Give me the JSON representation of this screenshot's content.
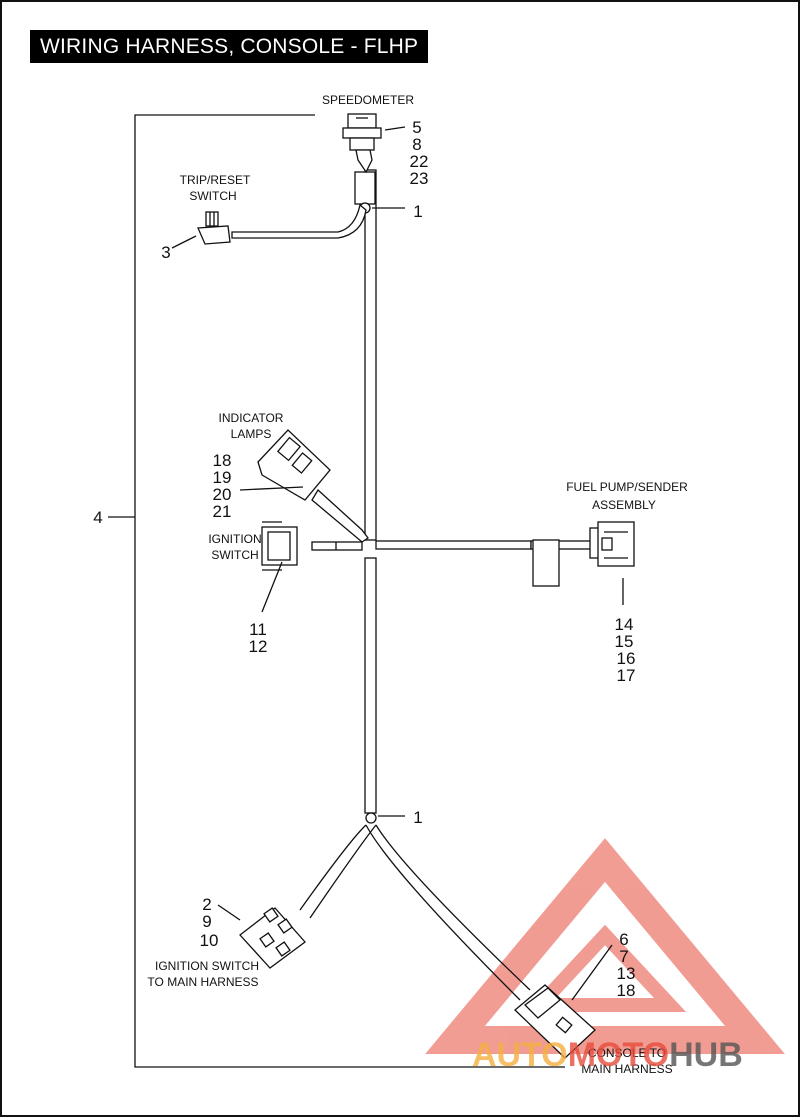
{
  "title": "WIRING HARNESS, CONSOLE - FLHP",
  "labels": {
    "speedometer": "SPEEDOMETER",
    "trip_reset_l1": "TRIP/RESET",
    "trip_reset_l2": "SWITCH",
    "indicator_l1": "INDICATOR",
    "indicator_l2": "LAMPS",
    "ignition_l1": "IGNITION",
    "ignition_l2": "SWITCH",
    "fuel_l1": "FUEL PUMP/SENDER",
    "fuel_l2": "ASSEMBLY",
    "ign_main_l1": "IGNITION SWITCH",
    "ign_main_l2": "TO MAIN HARNESS",
    "console_main_l1": "CONSOLE TO",
    "console_main_l2": "MAIN HARNESS"
  },
  "callouts": {
    "speedometer": [
      "5",
      "8",
      "22",
      "23"
    ],
    "clip_top": "1",
    "trip_reset": "3",
    "harness": "4",
    "indicator": [
      "18",
      "19",
      "20",
      "21"
    ],
    "ignition": [
      "11",
      "12"
    ],
    "fuel": [
      "14",
      "15",
      "16",
      "17"
    ],
    "clip_bottom": "1",
    "ign_main": [
      "2",
      "9",
      "10"
    ],
    "console_main": [
      "6",
      "7",
      "13",
      "18"
    ]
  },
  "watermark": {
    "part1": "AUTO",
    "part2": "MOTO",
    "part3": "HUB",
    "color_orange": "#f5b041",
    "color_red": "#e74c3c",
    "color_dark": "#555555"
  }
}
